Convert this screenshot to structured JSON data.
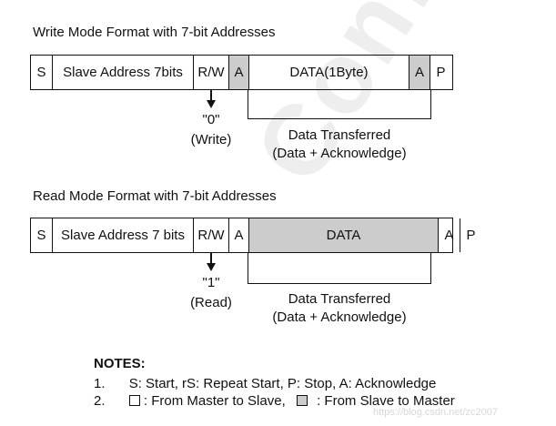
{
  "watermark": "Confidential",
  "write_section": {
    "title": "Write Mode Format with 7-bit Addresses",
    "cells": [
      "S",
      "Slave Address 7bits",
      "R/W",
      "A",
      "DATA(1Byte)",
      "A",
      "P"
    ],
    "rw_value": "\"0\"",
    "rw_label": "(Write)",
    "transfer_line1": "Data Transferred",
    "transfer_line2": "(Data + Acknowledge)"
  },
  "read_section": {
    "title": "Read Mode Format with 7-bit Addresses",
    "cells": [
      "S",
      "Slave Address 7 bits",
      "R/W",
      "A",
      "DATA",
      "A",
      "P"
    ],
    "rw_value": "\"1\"",
    "rw_label": "(Read)",
    "transfer_line1": "Data Transferred",
    "transfer_line2": "(Data + Acknowledge)"
  },
  "notes": {
    "title": "NOTES:",
    "item1_num": "1.",
    "item1_text": "S: Start, rS: Repeat Start, P: Stop, A: Acknowledge",
    "item2_num": "2.",
    "item2_text_a": ": From Master to Slave,",
    "item2_text_b": ": From Slave to Master"
  },
  "credit": "https://blog.csdn.net/zc2007",
  "colors": {
    "grey_fill": "#cccccc",
    "line": "#111111"
  }
}
